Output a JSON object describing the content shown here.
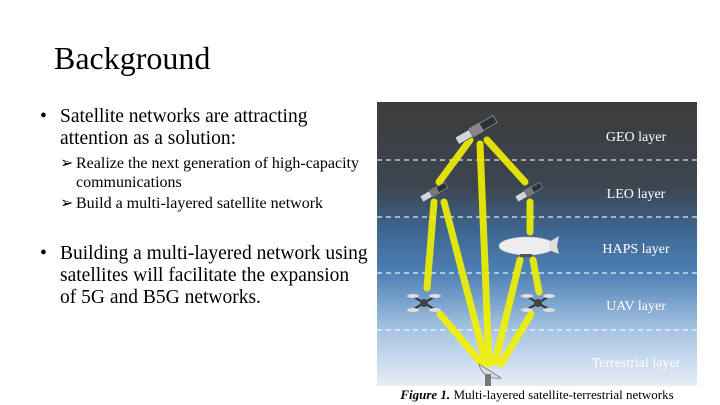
{
  "slide": {
    "title": "Background",
    "bullets": [
      {
        "text": "Satellite networks are attracting attention as a solution:",
        "subs": [
          "Realize the next generation of high-capacity communications",
          "Build a multi-layered satellite network"
        ]
      },
      {
        "text": "Building a multi-layered network using satellites will facilitate the expansion of 5G and B5G networks."
      }
    ],
    "bullet_glyph": "•",
    "sub_glyph": "➢"
  },
  "figure": {
    "layers": [
      "GEO layer",
      "LEO layer",
      "HAPS layer",
      "UAV layer",
      "Terrestrial layer"
    ],
    "caption_label": "Figure 1.",
    "caption_text": " Multi-layered satellite-terrestrial networks",
    "beam_color": "#f2f200"
  }
}
